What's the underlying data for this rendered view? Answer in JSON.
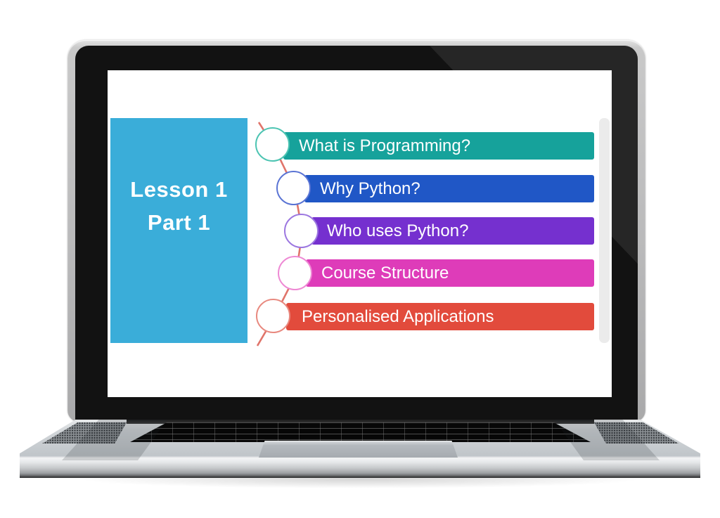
{
  "slide": {
    "lesson_box": {
      "line1": "Lesson 1",
      "line2": "Part 1",
      "bg_color": "#3aadd9",
      "text_color": "#ffffff"
    },
    "topics": [
      {
        "label": "What is Programming?",
        "bar_color": "#16a29b",
        "circle_border": "#4cc4b2"
      },
      {
        "label": "Why Python?",
        "bar_color": "#2057c6",
        "circle_border": "#5a74d4"
      },
      {
        "label": "Who uses Python?",
        "bar_color": "#7530cf",
        "circle_border": "#9c77e0"
      },
      {
        "label": "Course Structure",
        "bar_color": "#de3cb9",
        "circle_border": "#ee89d4"
      },
      {
        "label": "Personalised Applications",
        "bar_color": "#e24b3c",
        "circle_border": "#e8897f"
      }
    ],
    "topic_text_color": "#ffffff",
    "connector_color": "#e0746a",
    "circle_fill": "#ffffff",
    "scrollbar_color": "#ebebeb"
  }
}
